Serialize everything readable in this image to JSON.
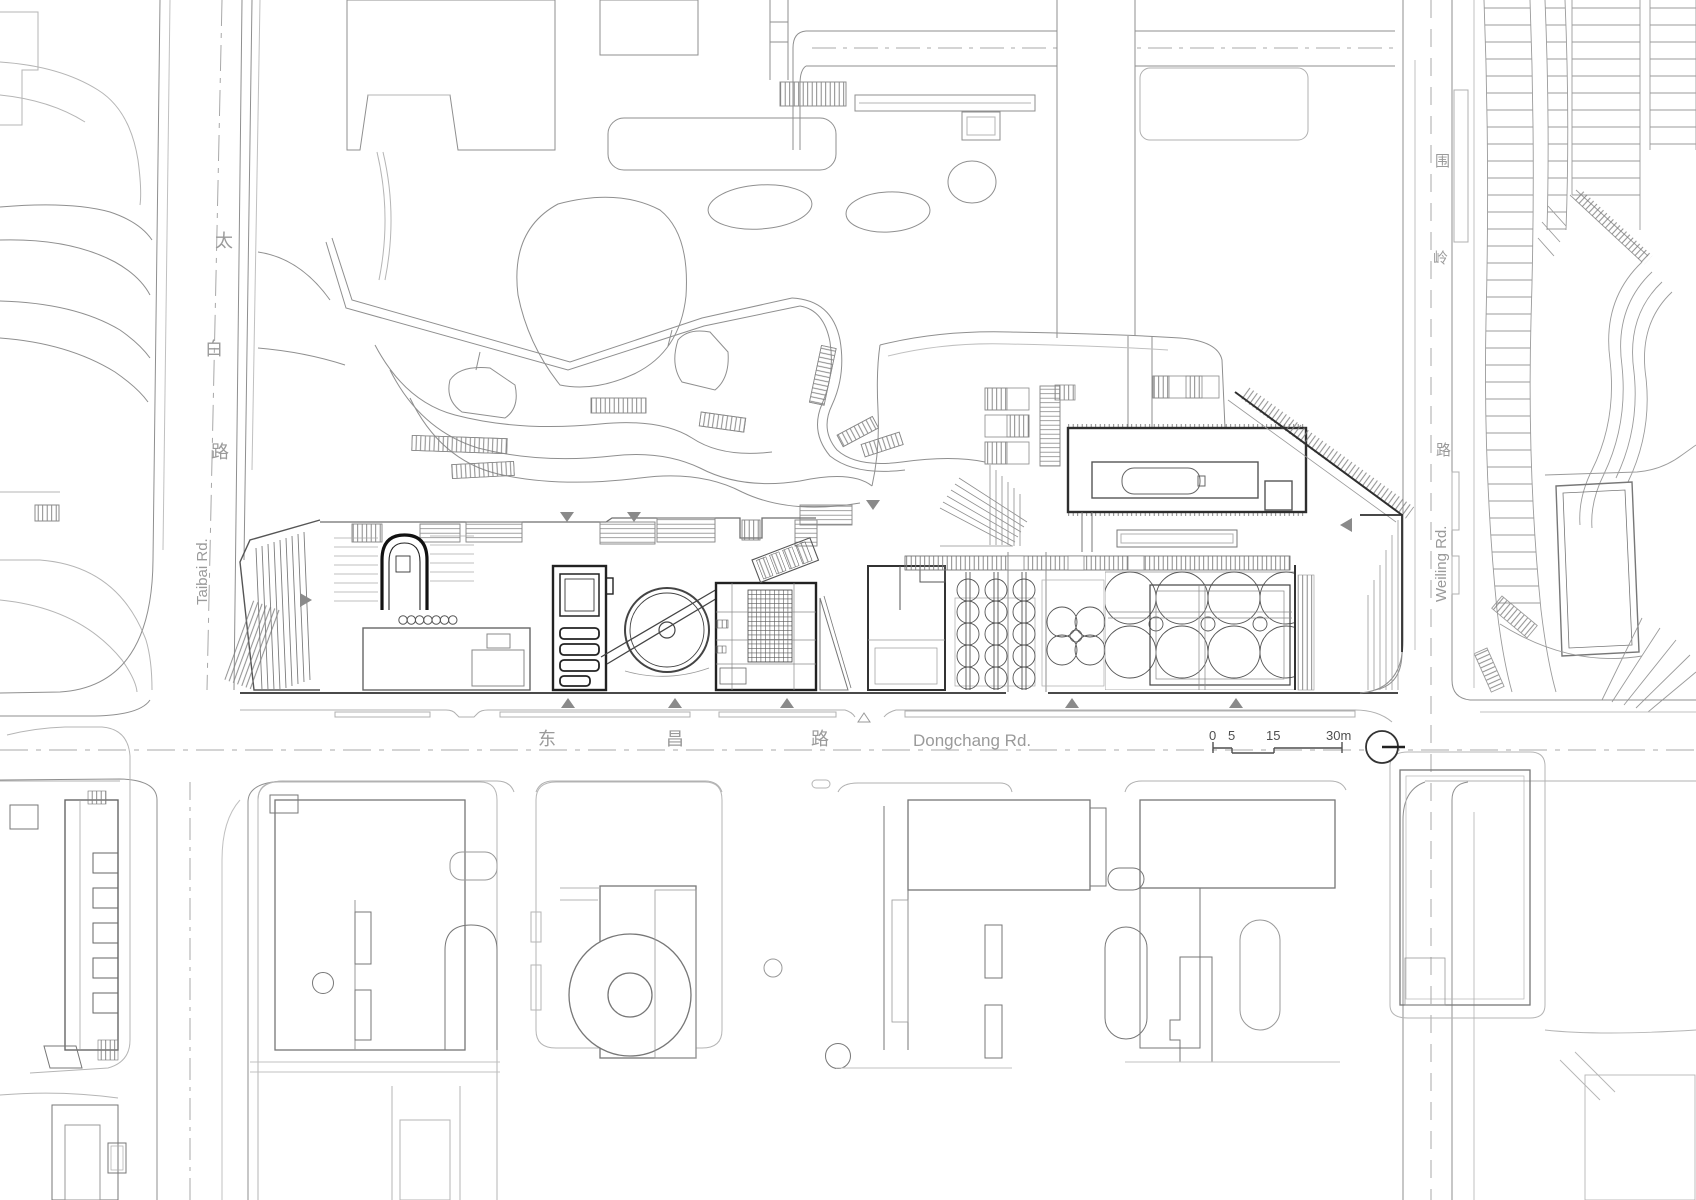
{
  "drawing": {
    "kind": "architectural site plan (black & white line drawing)",
    "colors": {
      "background": "#ffffff",
      "line_light": "#b5b5b5",
      "line_mid": "#8f8f8f",
      "line_strong": "#666666",
      "line_dark": "#2e2e2e",
      "label_gray": "#9a9a9a"
    }
  },
  "roads": {
    "taibai": {
      "cn_chars": [
        "太",
        "白",
        "路"
      ],
      "en": "Taibai  Rd."
    },
    "dongchang": {
      "cn_chars": [
        "东",
        "昌",
        "路"
      ],
      "en": "Dongchang Rd."
    },
    "weiling": {
      "cn_chars": [
        "围",
        "岭",
        "路"
      ],
      "en": "Weiling  Rd."
    }
  },
  "scale_bar": {
    "labels": [
      "0",
      "5",
      "15",
      "30m"
    ]
  },
  "north_indicator": {
    "type": "circle with horizontal bar"
  }
}
